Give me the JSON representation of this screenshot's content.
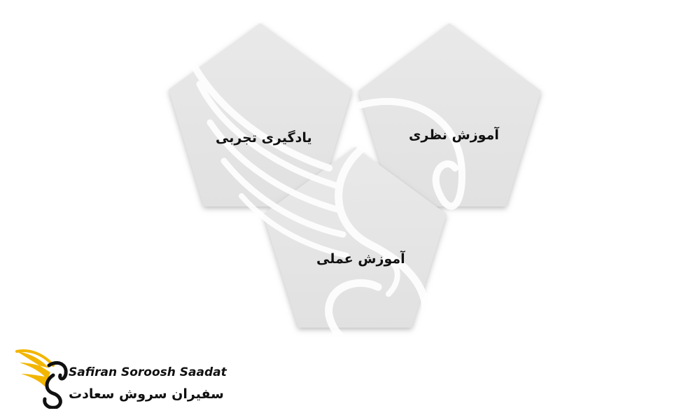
{
  "diagram": {
    "labels": {
      "left": "یادگیری تجربی",
      "right": "آموزش نظری",
      "bottom": "آموزش عملی"
    },
    "colors": {
      "shape_fill": "#e6e6e6",
      "shape_shadow": "#bdbdbd",
      "watermark": "#ffffff"
    }
  },
  "logo": {
    "name_en": "Safiran Soroosh Saadat",
    "name_fa": "سفیران سروش سعادت",
    "colors": {
      "accent": "#f2b600",
      "dark": "#111111"
    }
  }
}
